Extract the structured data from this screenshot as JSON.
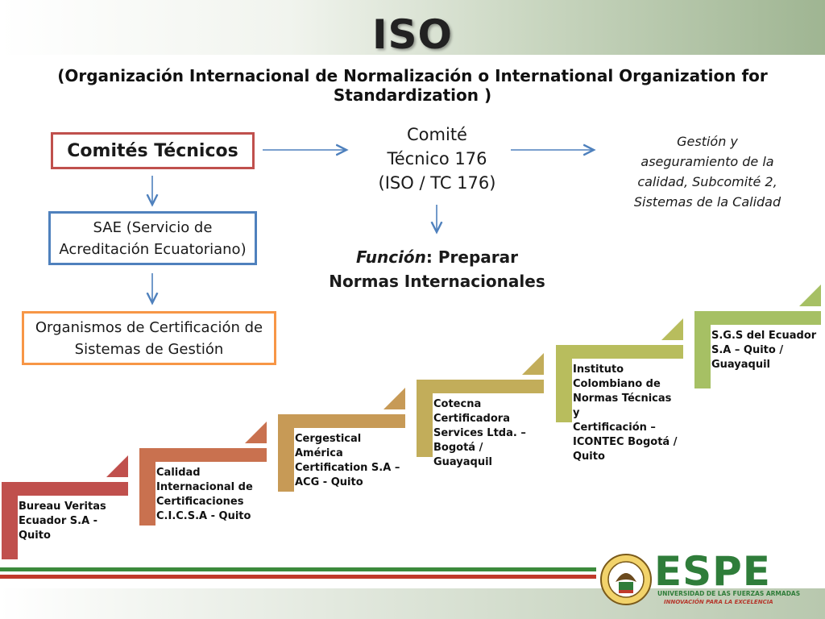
{
  "header": {
    "title": "ISO",
    "subtitle": "(Organización Internacional de Normalización o International Organization for Standardization )"
  },
  "diagram": {
    "comites_tecnicos": "Comités Técnicos",
    "comite176": [
      "Comité",
      "Técnico 176",
      "(ISO / TC 176)"
    ],
    "gestion": [
      "Gestión y",
      "aseguramiento de la",
      "calidad, Subcomité 2,",
      "Sistemas de la Calidad"
    ],
    "sae": [
      "SAE (Servicio de",
      "Acreditación Ecuatoriano)"
    ],
    "funcion_label": "Función",
    "funcion_text": ": Preparar",
    "funcion_line2": "Normas Internacionales",
    "organismos": [
      "Organismos de Certificación de",
      "Sistemas de Gestión"
    ]
  },
  "stairs": [
    {
      "color": "#c0504d",
      "lines": [
        "Bureau Veritas",
        "Ecuador S.A -",
        "Quito"
      ]
    },
    {
      "color": "#c9714f",
      "lines": [
        "Calidad",
        "Internacional de",
        "Certificaciones",
        "C.I.C.S.A - Quito"
      ]
    },
    {
      "color": "#c79a56",
      "lines": [
        "Cergestical",
        "América",
        "Certification S.A –",
        "ACG - Quito"
      ]
    },
    {
      "color": "#c2ad5a",
      "lines": [
        "Cotecna",
        "Certificadora",
        "Services Ltda. –",
        "Bogotá /",
        "Guayaquil"
      ]
    },
    {
      "color": "#b8bd5d",
      "lines": [
        "Instituto",
        "Colombiano de",
        "Normas Técnicas y",
        "Certificación –",
        "ICONTEC Bogotá /",
        "Quito"
      ]
    },
    {
      "color": "#a6c064",
      "lines": [
        "S.G.S del Ecuador",
        "S.A – Quito /",
        "Guayaquil"
      ]
    }
  ],
  "logo": {
    "word": "ESPE",
    "line1": "UNIVERSIDAD DE LAS FUERZAS ARMADAS",
    "line2": "INNOVACIÓN PARA LA EXCELENCIA"
  },
  "colors": {
    "red": "#c0504d",
    "blue": "#4f81bd",
    "orange": "#f79646",
    "arrow": "#4f81bd",
    "espe_green": "#2f7d3a"
  }
}
